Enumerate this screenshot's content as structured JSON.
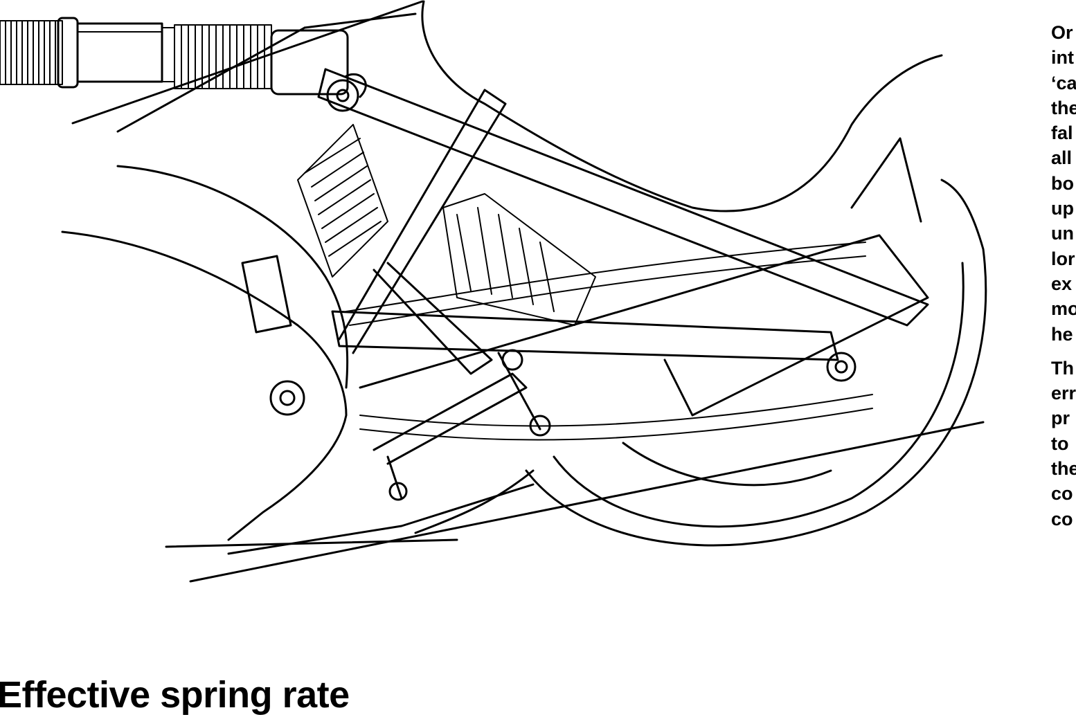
{
  "figure": {
    "icon": "motorcycle-rear-suspension-line-drawing"
  },
  "side_column": {
    "paragraph_1_lines": [
      "Or",
      "int",
      "‘ca",
      "the",
      "fal",
      "all",
      "bo",
      "up",
      "un",
      "lor",
      "ex",
      "mo",
      "he"
    ],
    "paragraph_2_lines": [
      "Th",
      "err",
      "pr",
      "to",
      "the",
      "co",
      "co"
    ]
  },
  "heading": {
    "text": "Effective spring rate"
  }
}
